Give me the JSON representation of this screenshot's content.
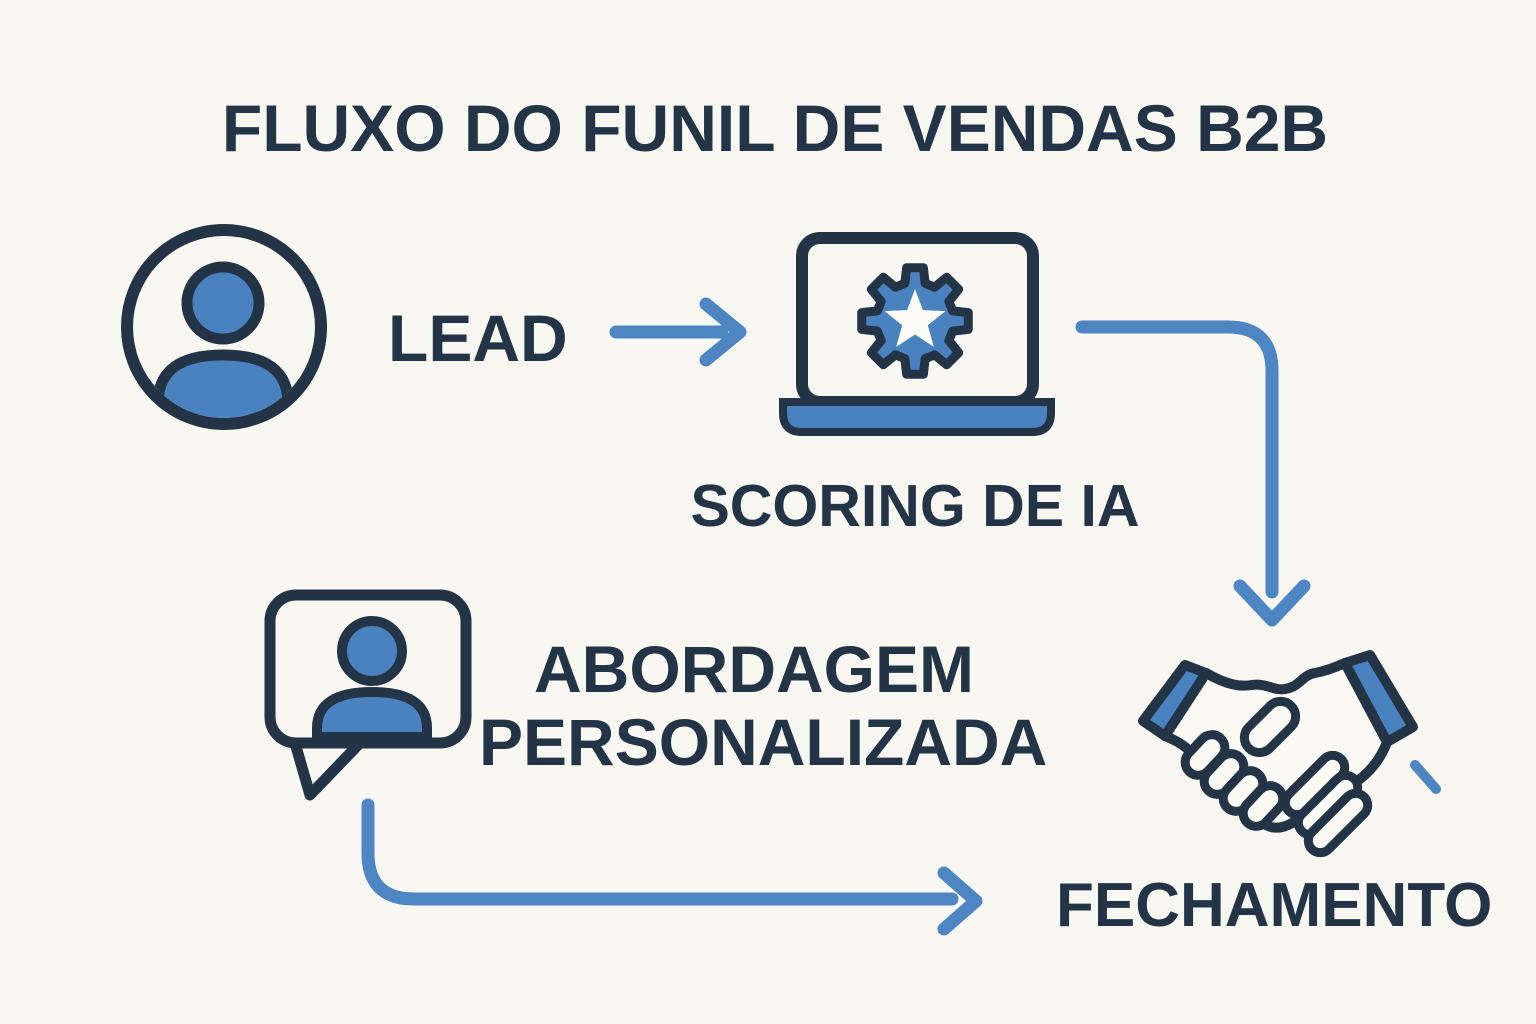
{
  "title": "FLUXO DO FUNIL DE VENDAS B2B",
  "colors": {
    "background": "#f9f7f1",
    "ink": "#243447",
    "icon_fill_blue": "#4a82c0",
    "arrow_blue": "#4d86c3"
  },
  "flow": {
    "lead": {
      "label": "LEAD",
      "icon": "person-circle-icon"
    },
    "scoring": {
      "label": "SCORING DE IA",
      "icon": "laptop-ai-gear-icon"
    },
    "abordagem": {
      "label_line1": "ABORDAGEM",
      "label_line2": "PERSONALIZADA",
      "icon": "chat-person-icon"
    },
    "fechamento": {
      "label": "FECHAMENTO",
      "icon": "handshake-icon"
    }
  },
  "connectors": [
    {
      "from": "lead",
      "to": "scoring",
      "shape": "straight-right-arrow"
    },
    {
      "from": "scoring",
      "to": "fechamento",
      "shape": "elbow-down-arrow"
    },
    {
      "from": "abordagem",
      "to": "fechamento",
      "shape": "elbow-right-arrow"
    }
  ]
}
